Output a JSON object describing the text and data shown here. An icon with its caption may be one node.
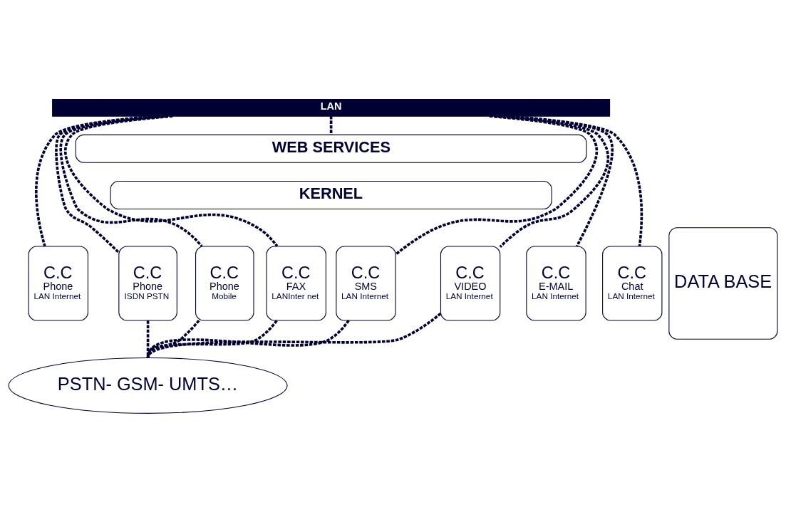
{
  "diagram": {
    "nodes": [
      {
        "text": [
          "LAN"
        ]
      },
      {
        "text": [
          "WEB SERVICES"
        ]
      },
      {
        "text": [
          "KERNEL"
        ]
      },
      {
        "text": [
          "DATA BASE"
        ]
      },
      {
        "text": [
          "C.C",
          "Phone",
          "LAN Internet"
        ]
      },
      {
        "text": [
          "C.C",
          "Phone",
          "ISDN PSTN"
        ]
      },
      {
        "text": [
          "C.C",
          "Phone",
          "Mobile"
        ]
      },
      {
        "text": [
          "C.C",
          "FAX",
          "LANInter net"
        ]
      },
      {
        "text": [
          "C.C",
          "SMS",
          "LAN Internet"
        ]
      },
      {
        "text": [
          "C.C",
          "VIDEO",
          "LAN Internet"
        ]
      },
      {
        "text": [
          "C.C",
          "E-MAIL",
          "LAN Internet"
        ]
      },
      {
        "text": [
          "C.C",
          "Chat",
          "LAN Internet"
        ]
      },
      {
        "text": [
          "PSTN- GSM- UMTS…"
        ]
      }
    ],
    "edges": [
      {
        "from": 0,
        "to": 1,
        "arrow": "none",
        "style": "dashed"
      },
      {
        "from": 0,
        "to": 4,
        "arrow": "none",
        "style": "dashed"
      },
      {
        "from": 0,
        "to": 5,
        "arrow": "none",
        "style": "dashed"
      },
      {
        "from": 0,
        "to": 6,
        "arrow": "none",
        "style": "dashed"
      },
      {
        "from": 0,
        "to": 7,
        "arrow": "none",
        "style": "dashed"
      },
      {
        "from": 0,
        "to": 8,
        "arrow": "none",
        "style": "dashed"
      },
      {
        "from": 0,
        "to": 9,
        "arrow": "none",
        "style": "dashed"
      },
      {
        "from": 0,
        "to": 10,
        "arrow": "none",
        "style": "dashed"
      },
      {
        "from": 0,
        "to": 11,
        "arrow": "none",
        "style": "dashed"
      },
      {
        "from": 12,
        "to": 5,
        "arrow": "none",
        "style": "dashed"
      },
      {
        "from": 12,
        "to": 6,
        "arrow": "none",
        "style": "dashed"
      },
      {
        "from": 12,
        "to": 7,
        "arrow": "none",
        "style": "dashed"
      },
      {
        "from": 12,
        "to": 8,
        "arrow": "none",
        "style": "dashed"
      },
      {
        "from": 12,
        "to": 9,
        "arrow": "none",
        "style": "dashed"
      }
    ]
  }
}
